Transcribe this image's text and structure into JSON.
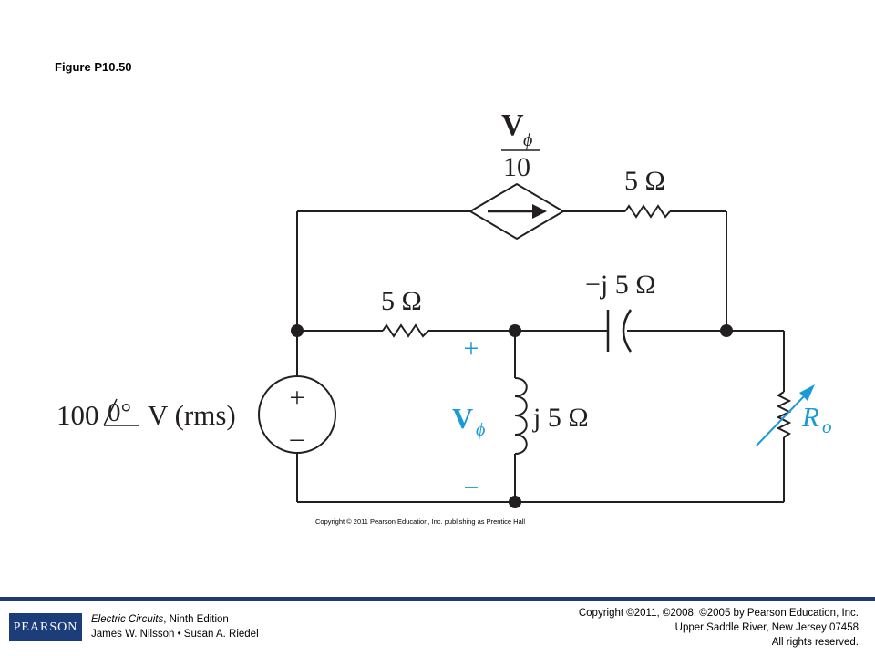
{
  "figure": {
    "title": "Figure P10.50",
    "copyright": "Copyright © 2011 Pearson Education, Inc. publishing as Prentice Hall"
  },
  "circuit": {
    "dependent_source": {
      "numerator": "V",
      "subscript": "ϕ",
      "denominator": "10"
    },
    "top_resistor": "5 Ω",
    "mid_resistor": "5 Ω",
    "capacitor": "−j 5 Ω",
    "inductor": "j 5 Ω",
    "source_value": "100",
    "source_angle": "0°",
    "source_unit": "V (rms)",
    "source_plus": "+",
    "source_minus": "–",
    "vphi_plus": "+",
    "vphi_minus": "−",
    "vphi_main": "V",
    "vphi_sub": "ϕ",
    "load_main": "R",
    "load_sub": "o",
    "colors": {
      "wire": "#231f20",
      "accent": "#1a9ad6"
    }
  },
  "footer": {
    "logo": "PEARSON",
    "book_title": "Electric Circuits",
    "book_edition": ", Ninth Edition",
    "authors": "James W. Nilsson • Susan A. Riedel",
    "copyright_line1": "Copyright ©2011, ©2008, ©2005 by Pearson Education, Inc.",
    "copyright_line2": "Upper Saddle River, New Jersey 07458",
    "copyright_line3": "All rights reserved."
  }
}
